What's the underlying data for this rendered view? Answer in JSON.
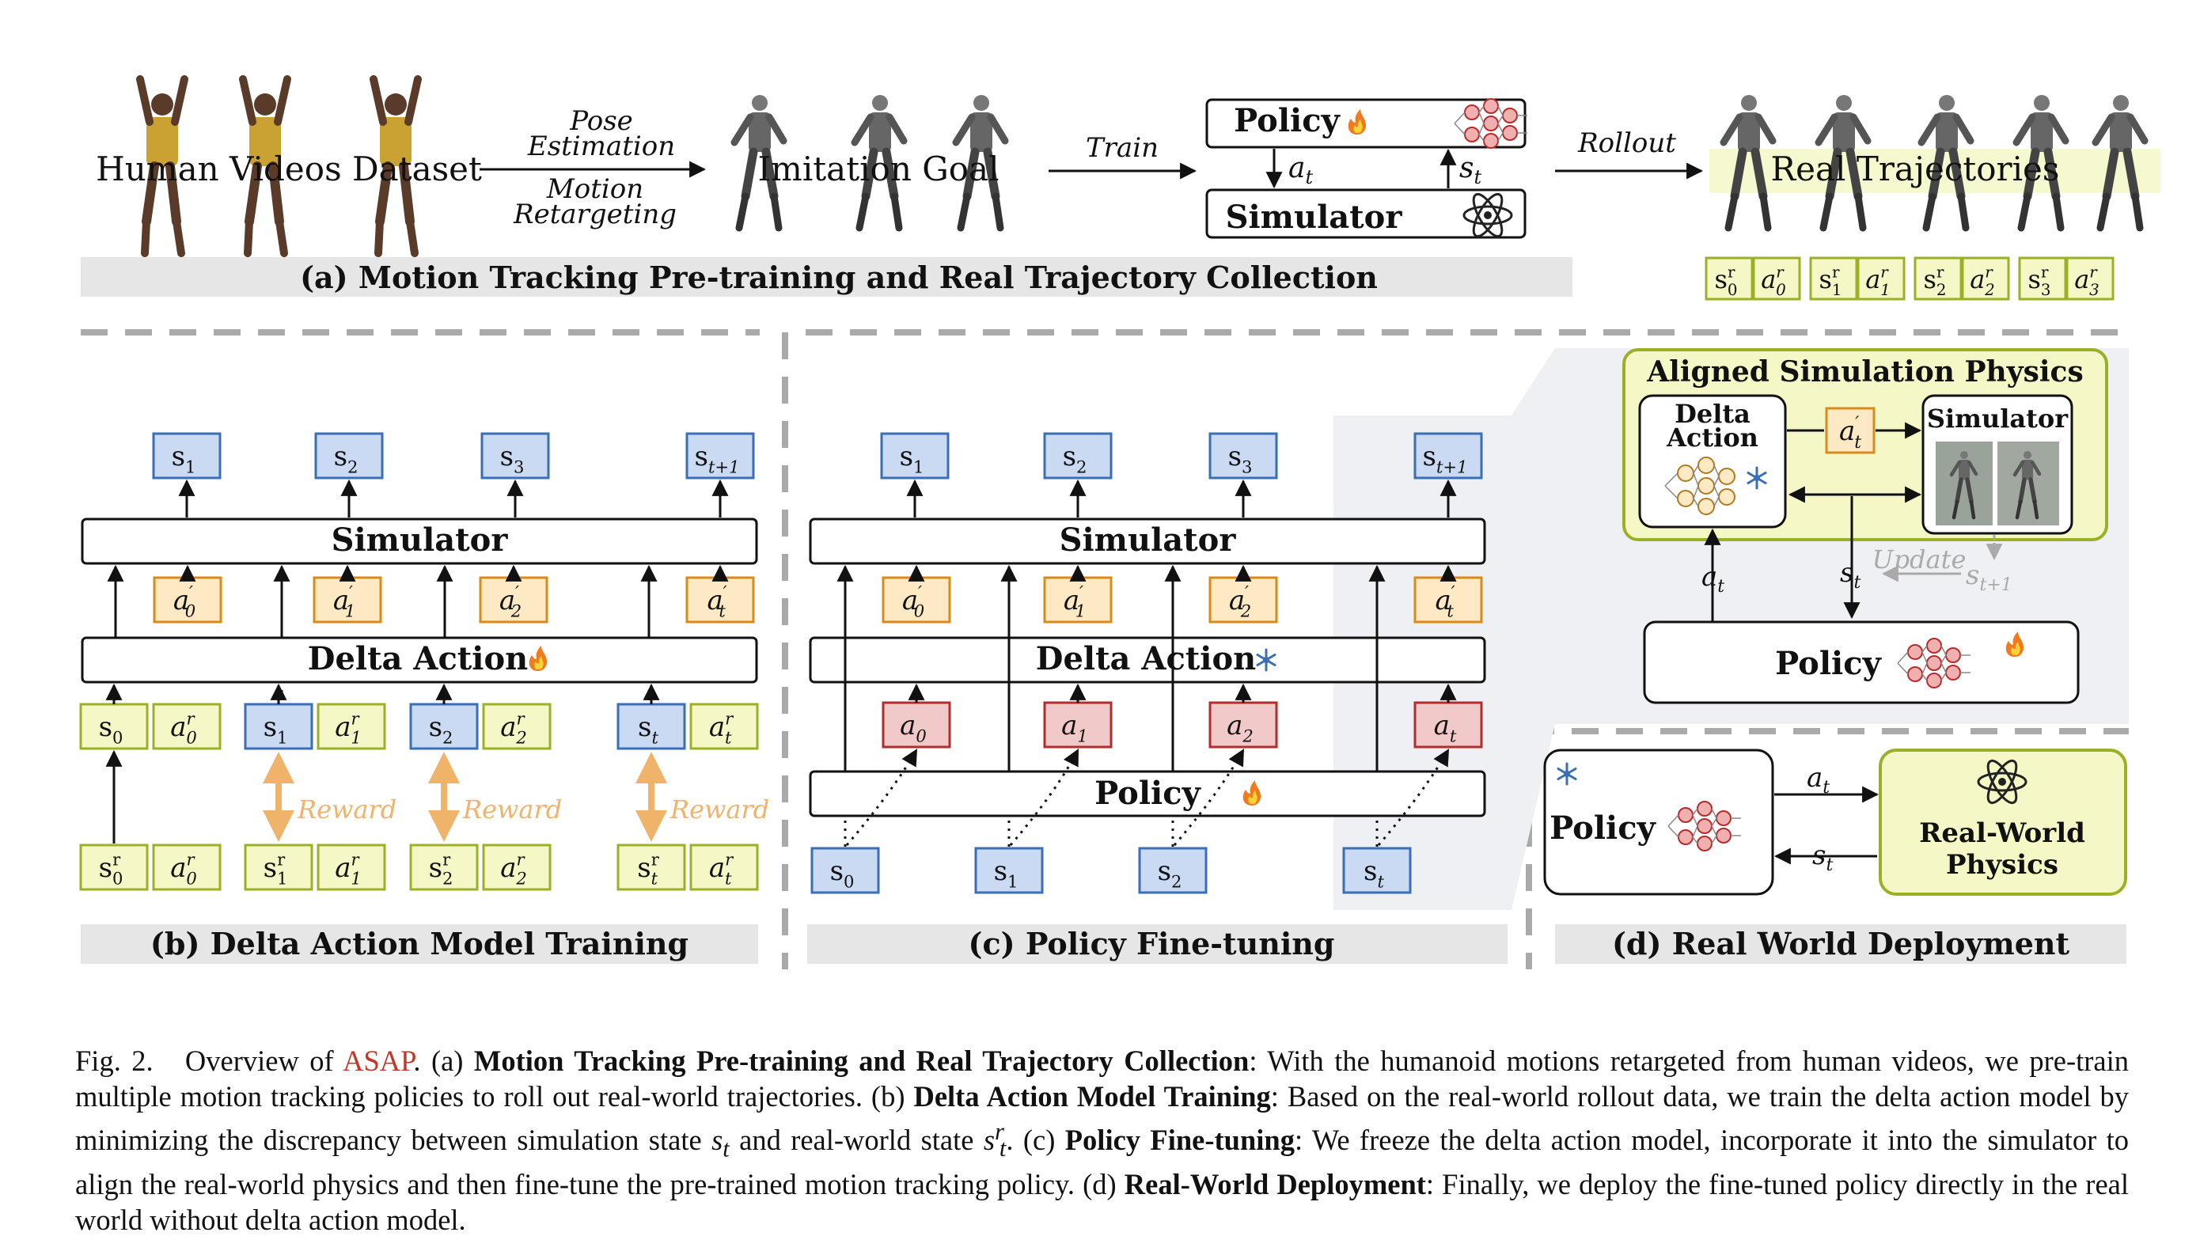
{
  "panel_a": {
    "dataset_label": "Human Videos Dataset",
    "pose_estimation": "Pose\nEstimation",
    "motion_retargeting": "Motion\nRetargeting",
    "imitation_goal": "Imitation Goal",
    "train": "Train",
    "policy": "Policy",
    "simulator": "Simulator",
    "a_t": "a",
    "s_t": "s",
    "rollout": "Rollout",
    "real_trajectories": "Real Trajectories",
    "title": "(a) Motion Tracking Pre-training and Real Trajectory Collection",
    "traj_states": [
      "s",
      "a",
      "s",
      "a",
      "s",
      "a",
      "s",
      "a"
    ],
    "traj_subs": [
      "0",
      "0",
      "1",
      "1",
      "2",
      "2",
      "3",
      "3"
    ]
  },
  "panel_b": {
    "title": "(b) Delta Action Model Training",
    "simulator": "Simulator",
    "delta_action": "Delta Action",
    "reward": "Reward",
    "top_states": [
      "s",
      "s",
      "s",
      "s"
    ],
    "top_subs": [
      "1",
      "2",
      "3",
      "t+1"
    ],
    "delta_actions": [
      "a",
      "a",
      "a",
      "a"
    ],
    "delta_subs": [
      "0",
      "1",
      "2",
      "t"
    ]
  },
  "panel_c": {
    "title": "(c) Policy Fine-tuning",
    "simulator": "Simulator",
    "delta_action": "Delta Action",
    "policy": "Policy",
    "top_subs": [
      "1",
      "2",
      "3",
      "t+1"
    ],
    "delta_subs": [
      "0",
      "1",
      "2",
      "t"
    ],
    "action_subs": [
      "0",
      "1",
      "2",
      "t"
    ],
    "state_subs": [
      "0",
      "1",
      "2",
      "t"
    ]
  },
  "panel_d": {
    "aligned_title": "Aligned Simulation Physics",
    "delta_action": "Delta\nAction",
    "simulator": "Simulator",
    "update": "Update",
    "policy": "Policy",
    "title": "(d) Real World Deployment",
    "deploy_policy": "Policy",
    "real_world_physics": "Real-World\nPhysics"
  },
  "caption": {
    "fig": "Fig. 2.",
    "overview": "Overview of ",
    "asap": "ASAP",
    "part_a_label": "(a) ",
    "part_a_bold": "Motion Tracking Pre-training and Real Trajectory Collection",
    "part_a_text": ": With the humanoid motions retargeted from human videos, we pre-train multiple motion tracking policies to roll out real-world trajectories. (b) ",
    "part_b_bold": "Delta Action Model Training",
    "part_b_text": ": Based on the real-world rollout data, we train the delta action model by minimizing the discrepancy between simulation state ",
    "sym_st": "s",
    "and_real": " and real-world state ",
    "sym_str": "s",
    "part_c_pre": ". (c) ",
    "part_c_bold": "Policy Fine-tuning",
    "part_c_text": ": We freeze the delta action model, incorporate it into the simulator to align the real-world physics and then fine-tune the pre-trained motion tracking policy. (d) ",
    "part_d_bold": "Real-World Deployment",
    "part_d_text": ": Finally, we deploy the fine-tuned policy directly in the real world without delta action model."
  },
  "colors": {
    "state_blue_fill": "#c9daf2",
    "state_blue_stroke": "#3a6fb7",
    "delta_orange_fill": "#fde9c4",
    "delta_orange_stroke": "#d98a1a",
    "action_red_fill": "#f2c9c9",
    "action_red_stroke": "#b32d2d",
    "green_fill": "#f5f7c6",
    "green_stroke": "#9bb026",
    "reward_arrow": "#f0b36a",
    "title_bar": "#e6e6e6",
    "asap_red": "#c0392b"
  },
  "icons": [
    "fire-icon",
    "snowflake-icon",
    "neural-network-icon",
    "atom-icon"
  ]
}
